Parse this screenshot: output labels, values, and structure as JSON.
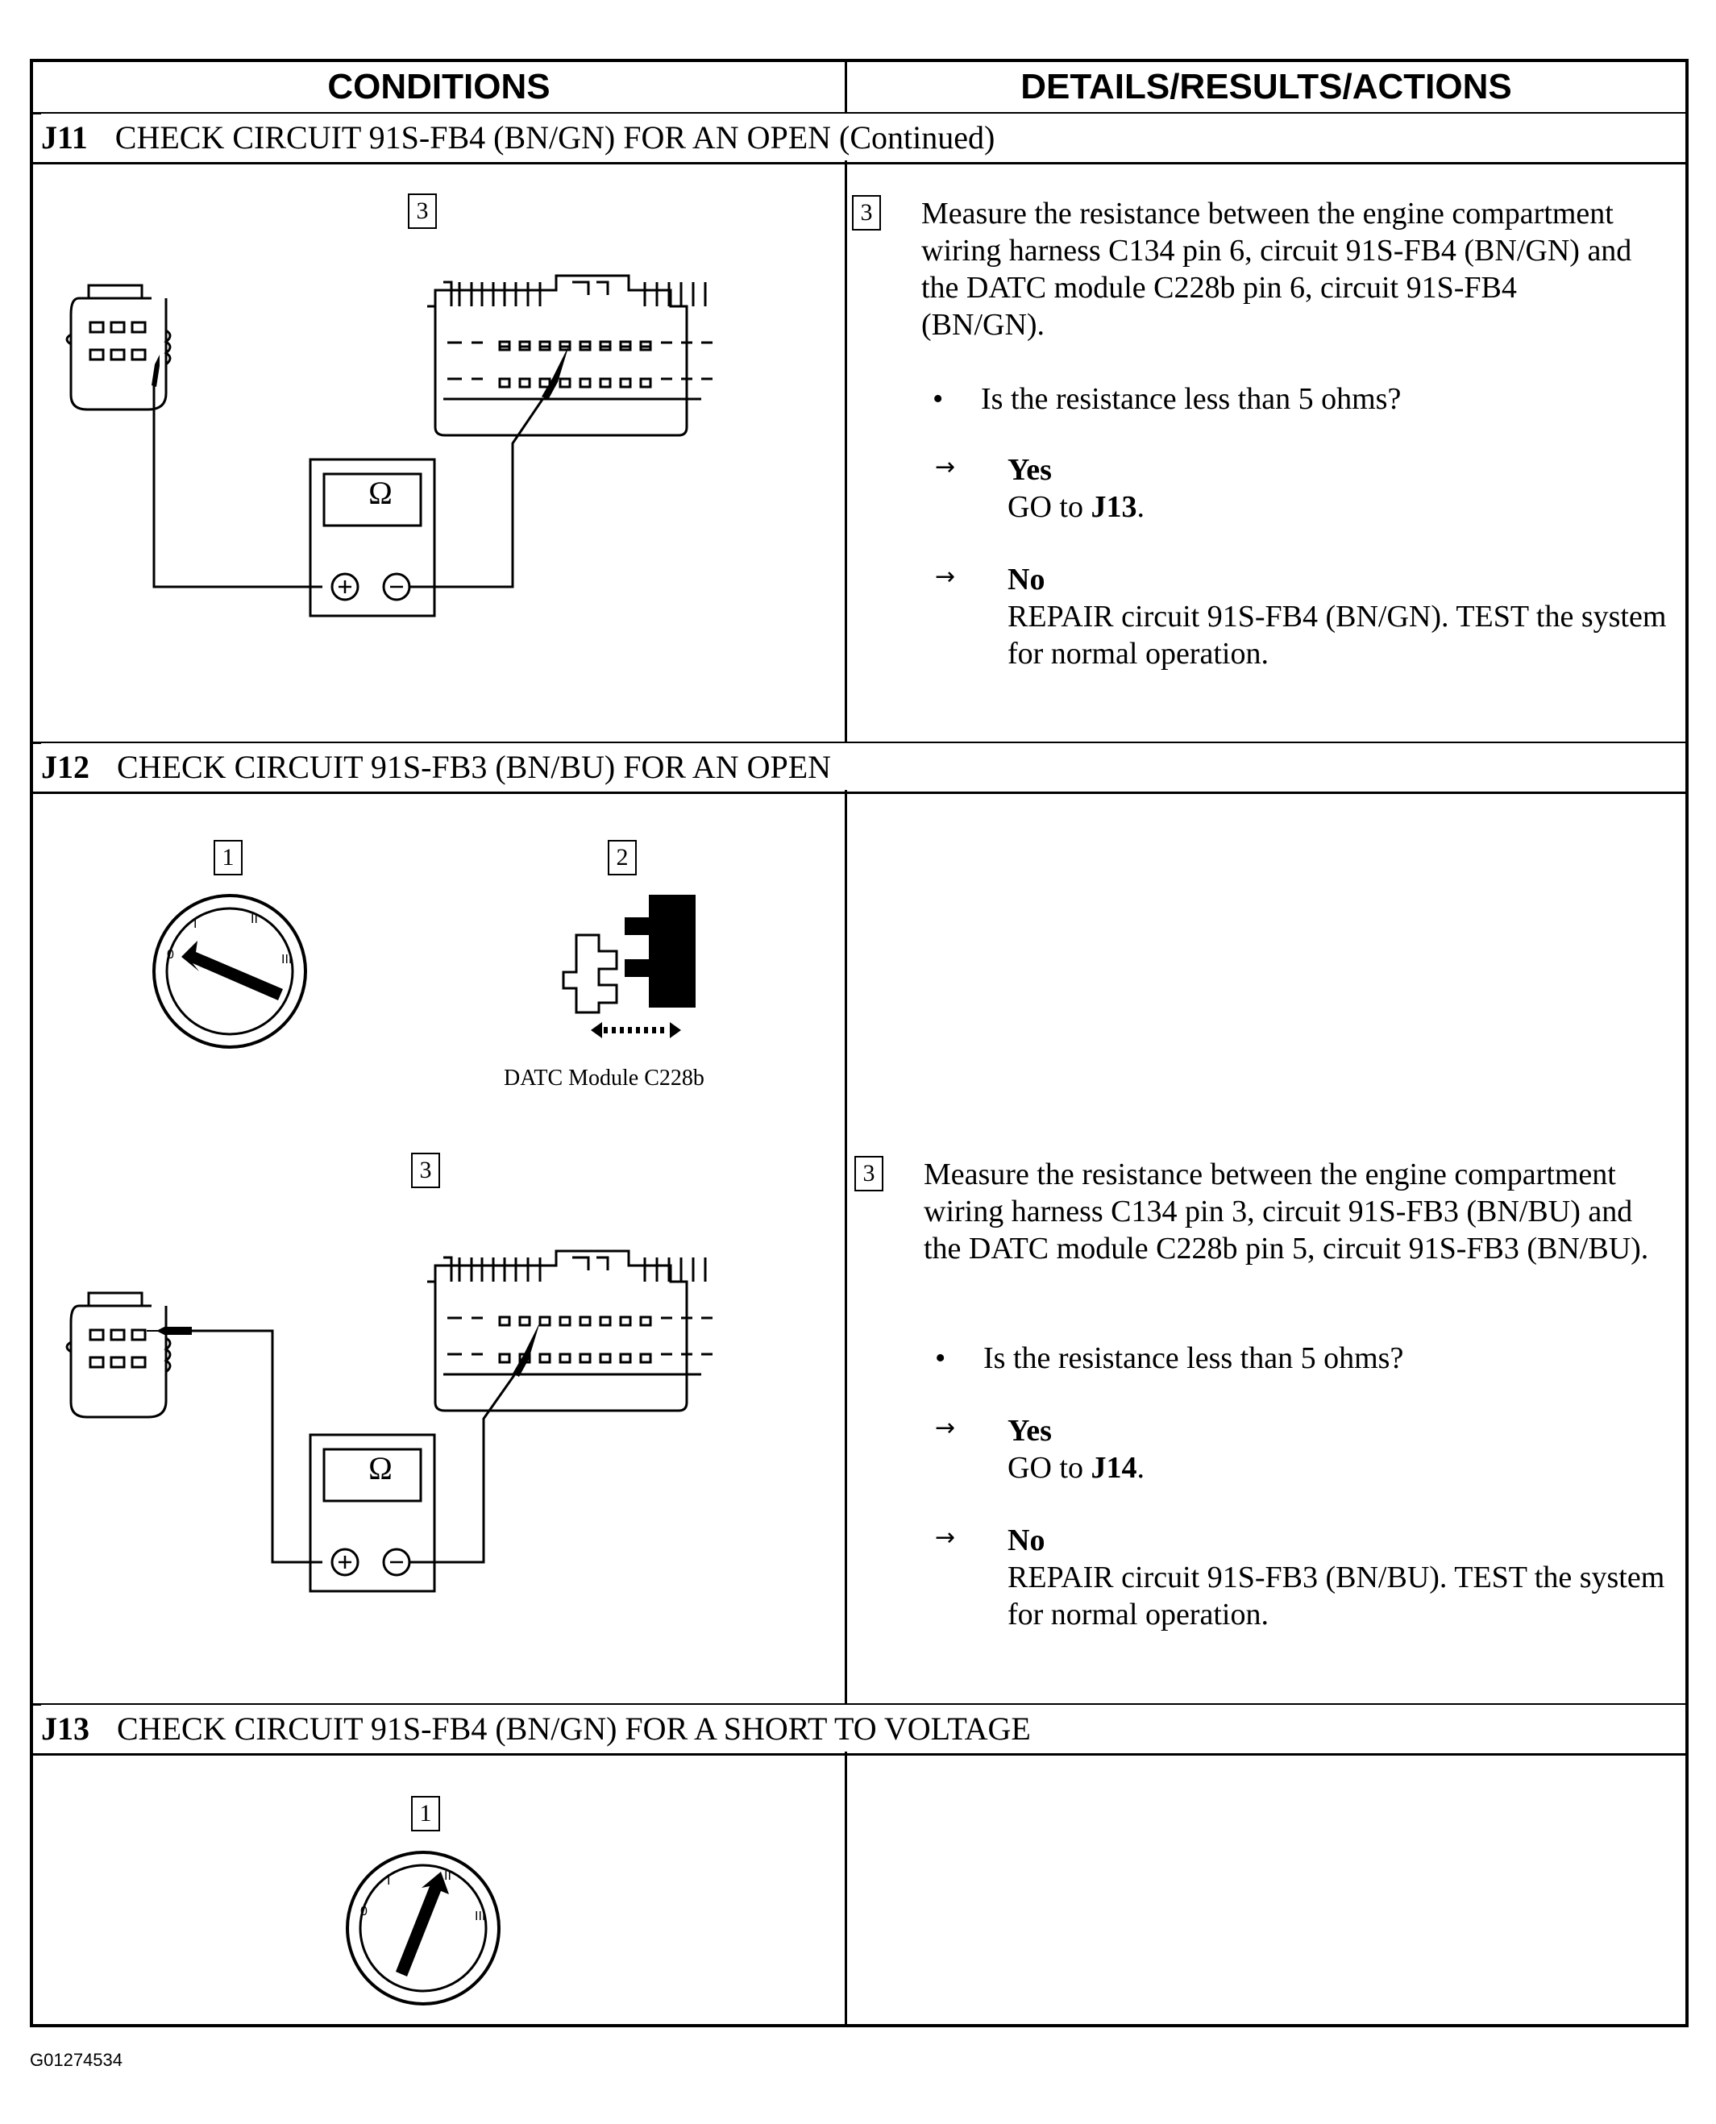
{
  "header": {
    "conditions": "CONDITIONS",
    "details": "DETAILS/RESULTS/ACTIONS"
  },
  "j11": {
    "code": "J11",
    "title": "CHECK CIRCUIT 91S-FB4 (BN/GN) FOR AN OPEN (Continued)",
    "fig_num": "3",
    "step_num": "3",
    "instruction": "Measure the resistance between the engine compartment wiring harness C134 pin 6, circuit 91S-FB4 (BN/GN) and the DATC module C228b pin 6, circuit 91S-FB4 (BN/GN).",
    "question": "Is the resistance less than 5 ohms?",
    "yes_label": "Yes",
    "yes_prefix": "GO to ",
    "yes_target": "J13",
    "yes_suffix": ".",
    "no_label": "No",
    "no_action": "REPAIR circuit 91S-FB4 (BN/GN). TEST the system for normal operation.",
    "meter_symbol": "Ω"
  },
  "j12": {
    "code": "J12",
    "title": "CHECK CIRCUIT 91S-FB3 (BN/BU) FOR AN OPEN",
    "fig1_num": "1",
    "fig2_num": "2",
    "fig2_caption": "DATC Module C228b",
    "fig3_num": "3",
    "step_num": "3",
    "instruction": "Measure the resistance between the engine compartment wiring harness C134 pin 3, circuit 91S-FB3 (BN/BU) and the DATC module C228b pin 5, circuit 91S-FB3 (BN/BU).",
    "question": "Is the resistance less than 5 ohms?",
    "yes_label": "Yes",
    "yes_prefix": "GO to ",
    "yes_target": "J14",
    "yes_suffix": ".",
    "no_label": "No",
    "no_action": "REPAIR circuit 91S-FB3 (BN/BU). TEST the system for normal operation.",
    "meter_symbol": "Ω"
  },
  "j13": {
    "code": "J13",
    "title": "CHECK CIRCUIT 91S-FB4 (BN/GN) FOR A SHORT TO VOLTAGE",
    "fig_num": "1"
  },
  "ignition_labels": {
    "pos0": "0",
    "pos1": "I",
    "pos2": "II",
    "pos3": "III"
  },
  "figure_id": "G01274534"
}
